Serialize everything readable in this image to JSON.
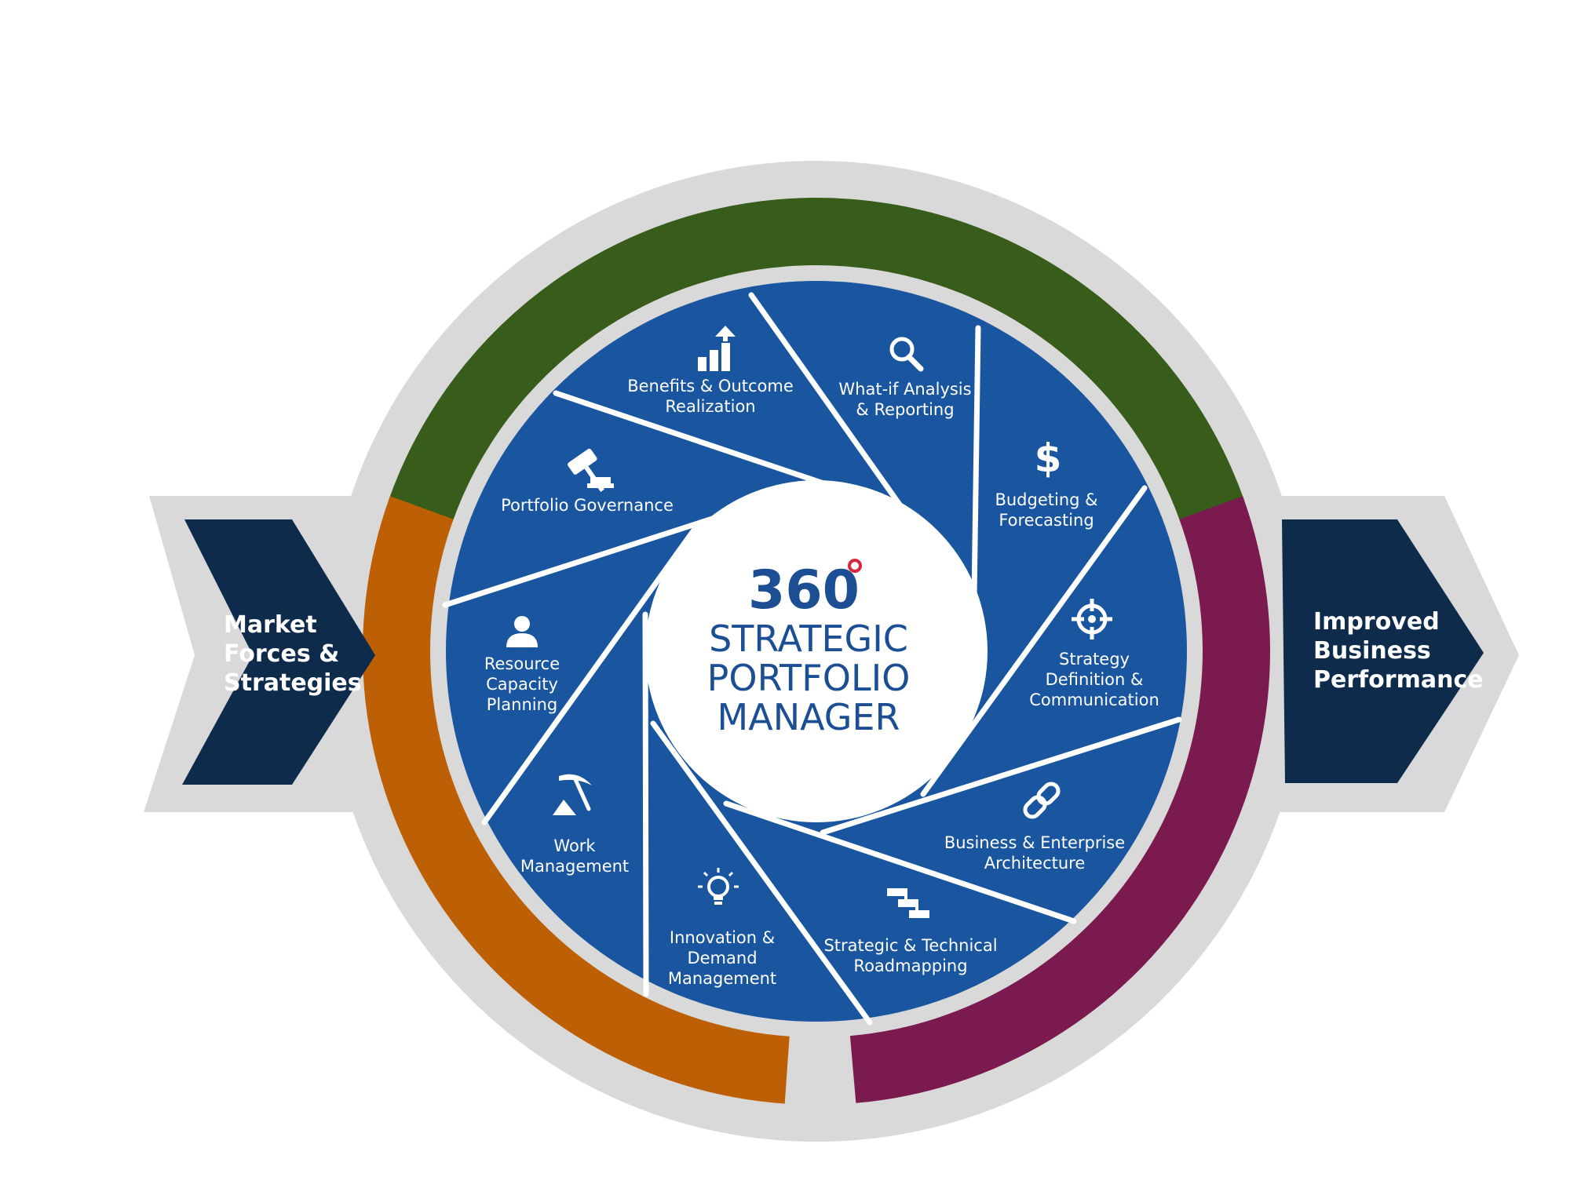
{
  "colors": {
    "blade": "#1a56a0",
    "blade_line": "#ffffff",
    "ring_green": "#385c1a",
    "ring_orange": "#bd5f05",
    "ring_purple": "#7a1a4e",
    "outer_gray": "#d9d9d9",
    "arrow_navy": "#0e2b4c",
    "title_blue": "#1b4e93",
    "title_dot": "#d7263d"
  },
  "center": {
    "number": "360",
    "line1": "STRATEGIC",
    "line2": "PORTFOLIO",
    "line3": "MANAGER"
  },
  "left_arrow": {
    "line1": "Market",
    "line2": "Forces &",
    "line3": "Strategies"
  },
  "right_arrow": {
    "line1": "Improved",
    "line2": "Business",
    "line3": "Performance"
  },
  "segments": [
    {
      "icon": "bar-chart-up-icon",
      "lines": [
        "Benefits & Outcome",
        "Realization"
      ]
    },
    {
      "icon": "magnifier-icon",
      "lines": [
        "What-if Analysis",
        "& Reporting"
      ]
    },
    {
      "icon": "dollar-icon",
      "lines": [
        "Budgeting &",
        "Forecasting"
      ]
    },
    {
      "icon": "target-icon",
      "lines": [
        "Strategy",
        "Definition &",
        "Communication"
      ]
    },
    {
      "icon": "chain-link-icon",
      "lines": [
        "Business & Enterprise",
        "Architecture"
      ]
    },
    {
      "icon": "roadmap-icon",
      "lines": [
        "Strategic & Technical",
        "Roadmapping"
      ]
    },
    {
      "icon": "lightbulb-icon",
      "lines": [
        "Innovation &",
        "Demand",
        "Management"
      ]
    },
    {
      "icon": "pickaxe-icon",
      "lines": [
        "Work",
        "Management"
      ]
    },
    {
      "icon": "person-icon",
      "lines": [
        "Resource",
        "Capacity",
        "Planning"
      ]
    },
    {
      "icon": "gavel-icon",
      "lines": [
        "Portfolio Governance"
      ]
    }
  ]
}
